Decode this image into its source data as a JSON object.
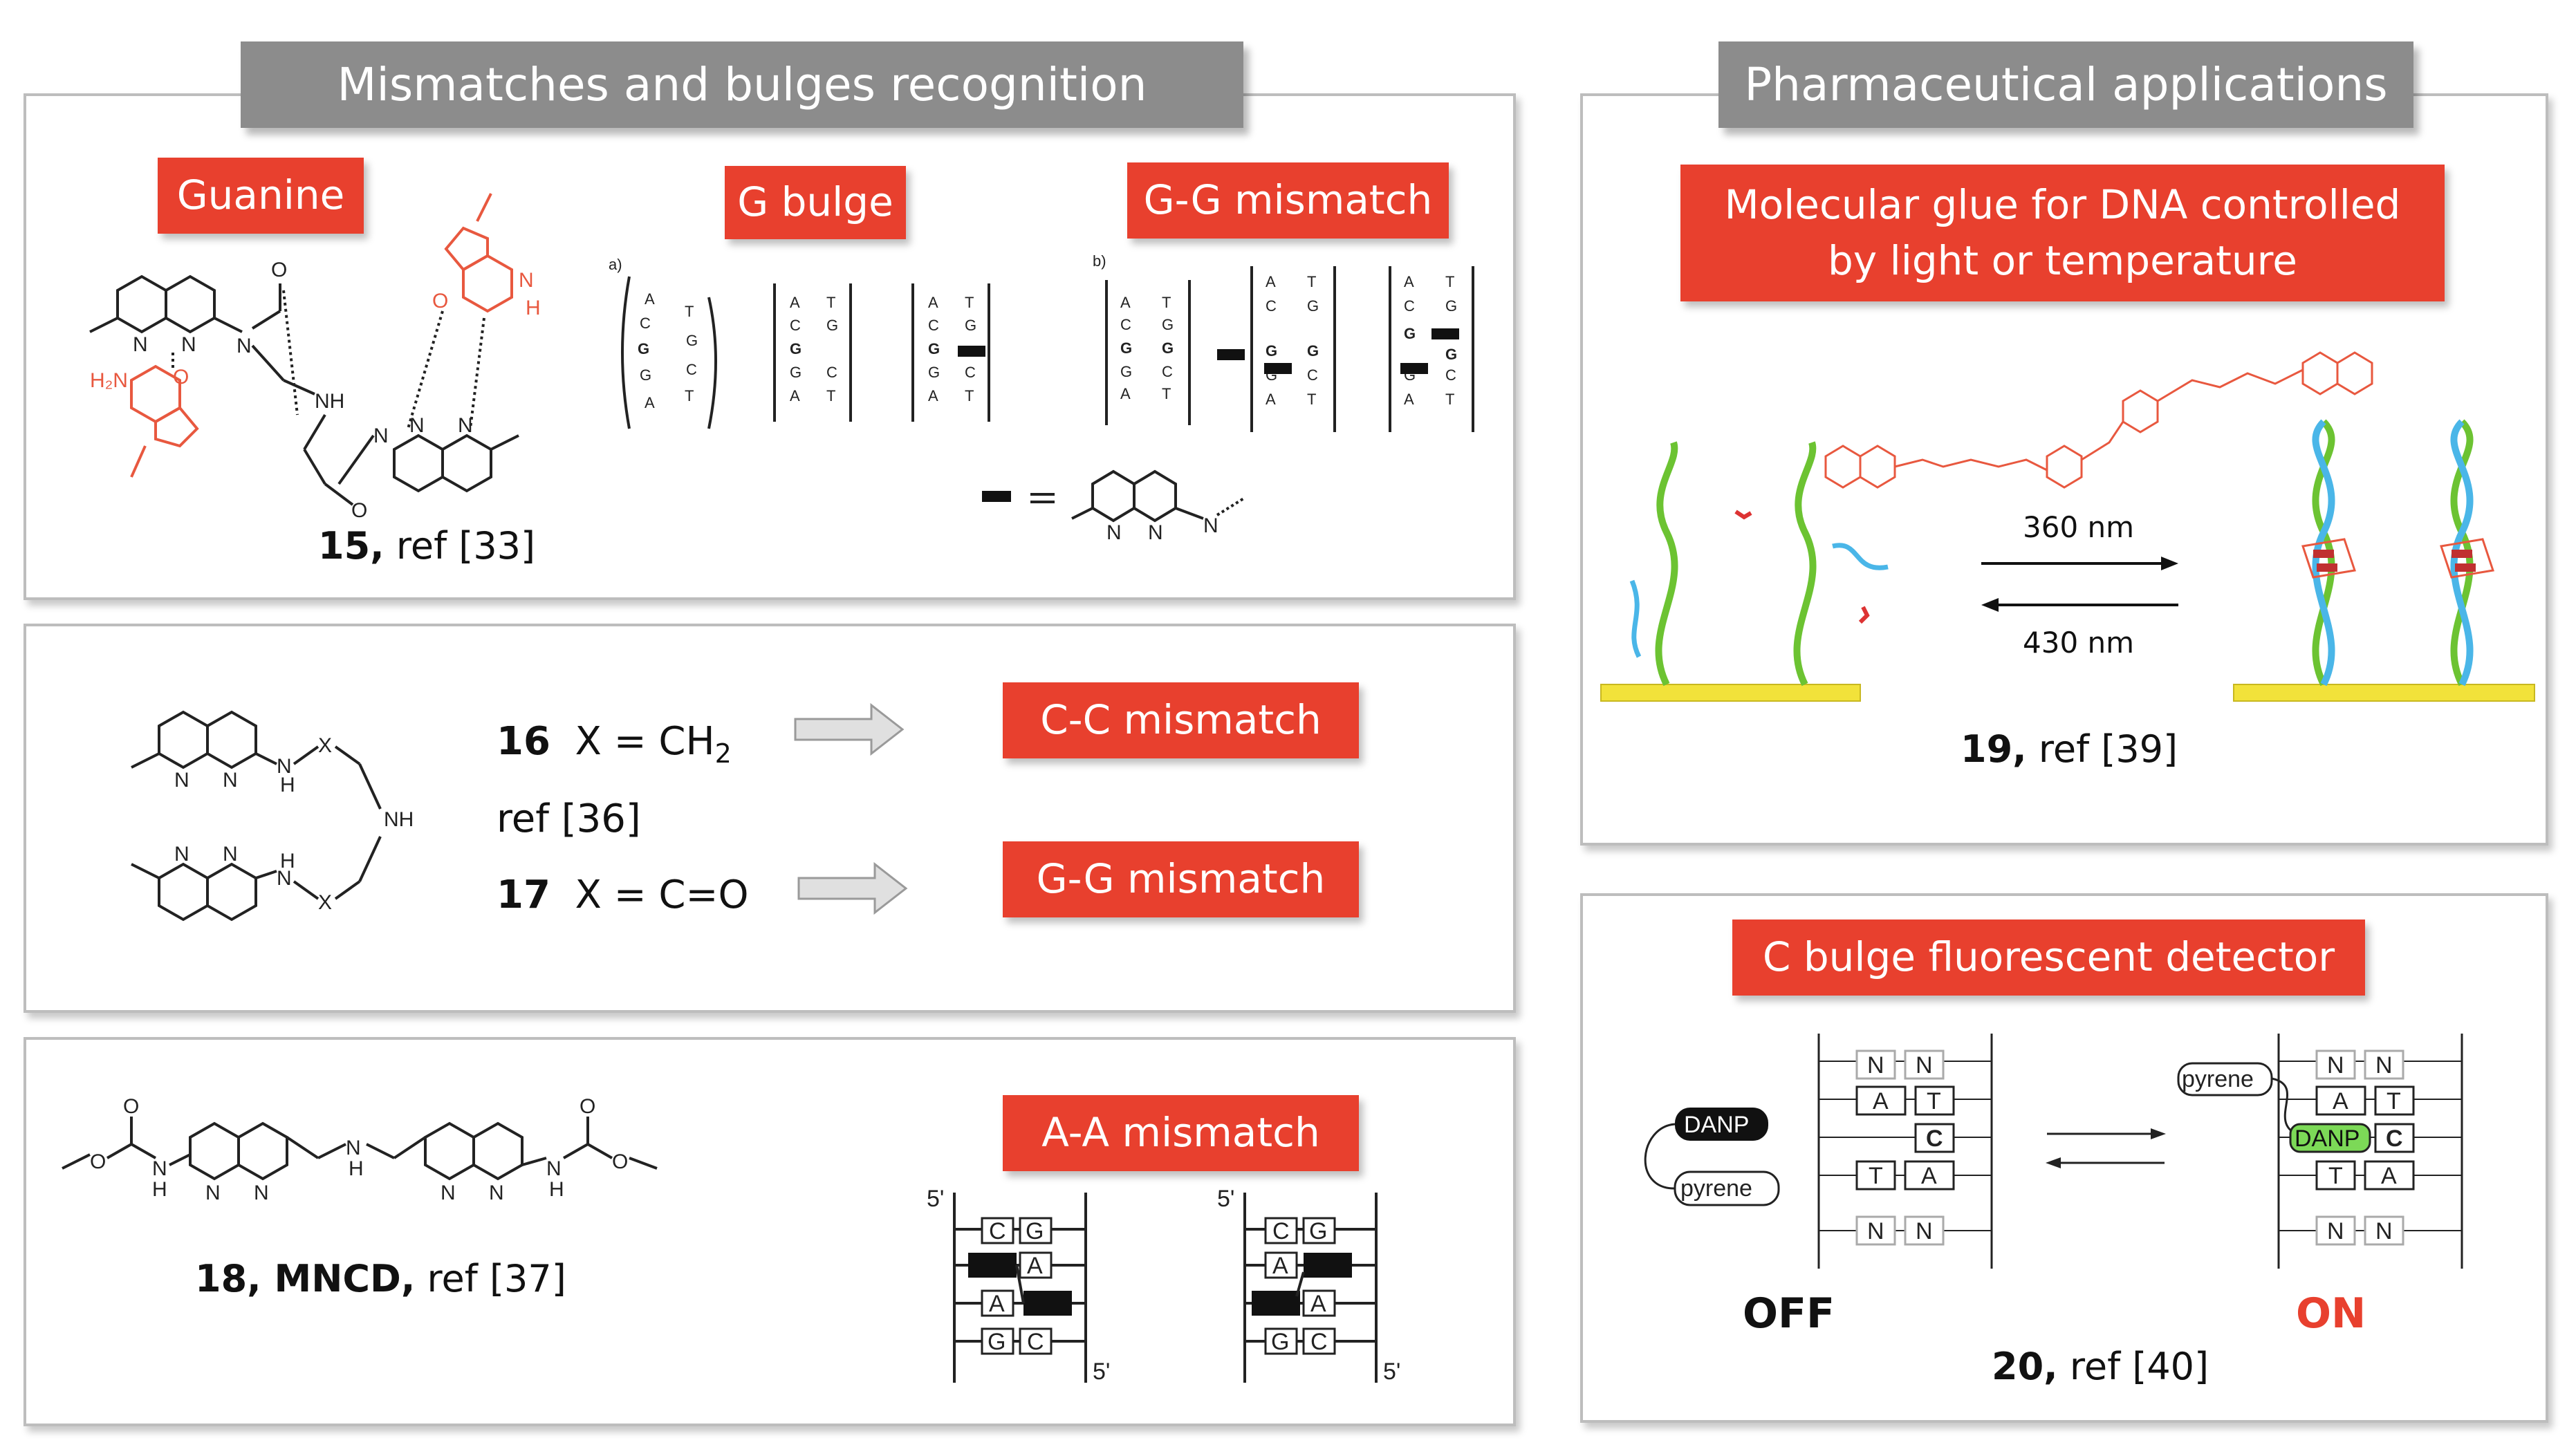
{
  "left": {
    "header": "Mismatches and bulges recognition",
    "panel1": {
      "labels": {
        "guanine": "Guanine",
        "g_bulge": "G bulge",
        "gg_mismatch": "G-G mismatch"
      },
      "caption_num": "15,",
      "caption_ref": " ref [33]",
      "sub_a": "a)",
      "sub_b": "b)"
    },
    "panel2": {
      "c16_num": "16",
      "c16_x": "X = CH",
      "c16_sub": "2",
      "ref": "ref [36]",
      "c17_num": "17",
      "c17_x": "X = C=O",
      "labels": {
        "cc": "C-C mismatch",
        "gg": "G-G mismatch"
      }
    },
    "panel3": {
      "caption_num": "18, MNCD,",
      "caption_ref": " ref [37]",
      "label": "A-A mismatch",
      "five_prime": "5'"
    }
  },
  "right": {
    "header": "Pharmaceutical applications",
    "panel1": {
      "label": "Molecular glue for DNA controlled by light or temperature",
      "forward": "360 nm",
      "backward": "430 nm",
      "caption_num": "19,",
      "caption_ref": " ref [39]"
    },
    "panel2": {
      "label": "C bulge fluorescent detector",
      "danp": "DANP",
      "pyrene": "pyrene",
      "off": "OFF",
      "on": "ON",
      "caption_num": "20,",
      "caption_ref": " ref [40]",
      "bases": {
        "n": "N",
        "a": "A",
        "t": "T",
        "c": "C"
      }
    }
  },
  "colors": {
    "accent_red": "#e8402e",
    "header_gray": "#8c8c8c",
    "gold": "#f2e23a",
    "helix_green": "#6cc332",
    "helix_blue": "#4ab6e8",
    "danp_green": "#7cd957"
  }
}
